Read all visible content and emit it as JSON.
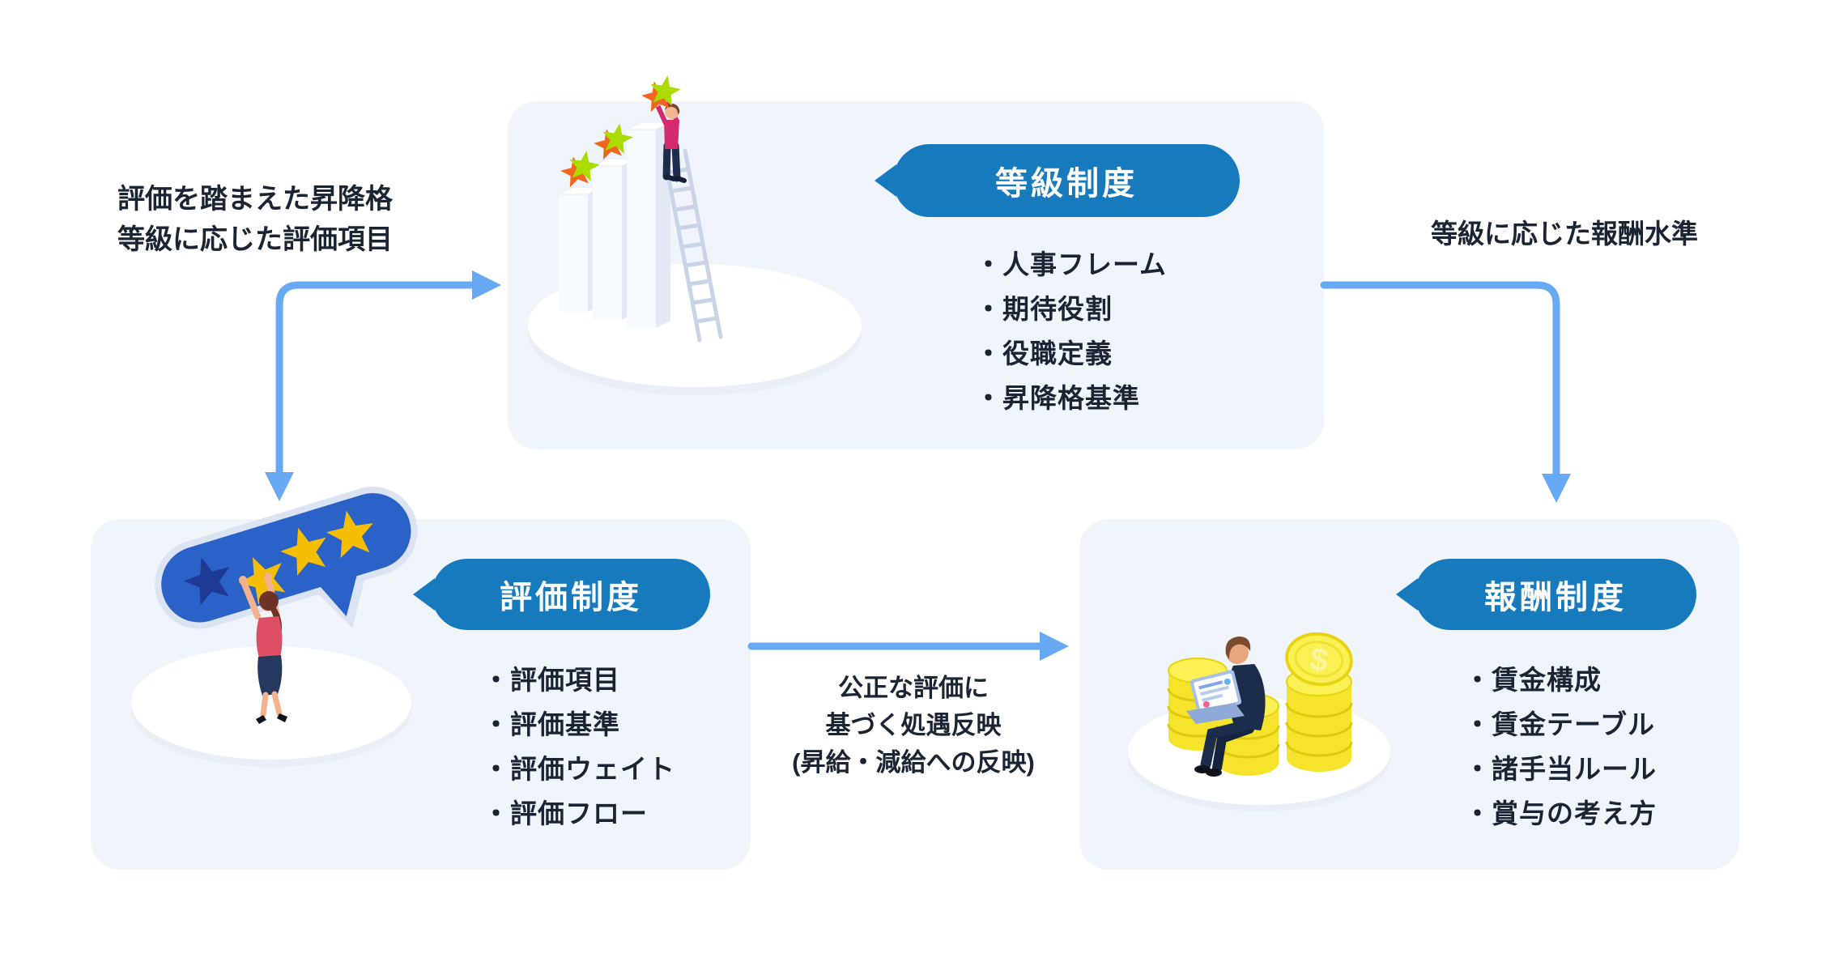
{
  "colors": {
    "accent_blue": "#177ABD",
    "arrow_blue": "#67A9F2",
    "panel_bg": "#F0F5FC",
    "text_dark": "#1A2433",
    "star_gold": "#F6BE00",
    "star_navy": "#1D3A95",
    "coin_yellow": "#F5E42B",
    "bubble_blue": "#2B62C8"
  },
  "notes": {
    "evaluation_to_grade": [
      "評価を踏まえた昇降格",
      "等級に応じた評価項目"
    ],
    "grade_to_compensation": "等級に応じた報酬水準",
    "evaluation_to_compensation": [
      "公正な評価に",
      "基づく処遇反映",
      "(昇給・減給への反映)"
    ]
  },
  "grade": {
    "badge": "等級制度",
    "items": [
      "・人事フレーム",
      "・期待役割",
      "・役職定義",
      "・昇降格基準"
    ]
  },
  "evaluation": {
    "badge": "評価制度",
    "items": [
      "・評価項目",
      "・評価基準",
      "・評価ウェイト",
      "・評価フロー"
    ]
  },
  "compensation": {
    "badge": "報酬制度",
    "items": [
      "・賃金構成",
      "・賃金テーブル",
      "・諸手当ルール",
      "・賞与の考え方"
    ]
  },
  "illustrations": {
    "grade": "isometric-bar-chart-with-stars-and-person-on-ladder",
    "evaluation": "woman-placing-stars-on-rating-speech-bubble",
    "compensation": "man-with-laptop-sitting-on-coin-stacks"
  }
}
